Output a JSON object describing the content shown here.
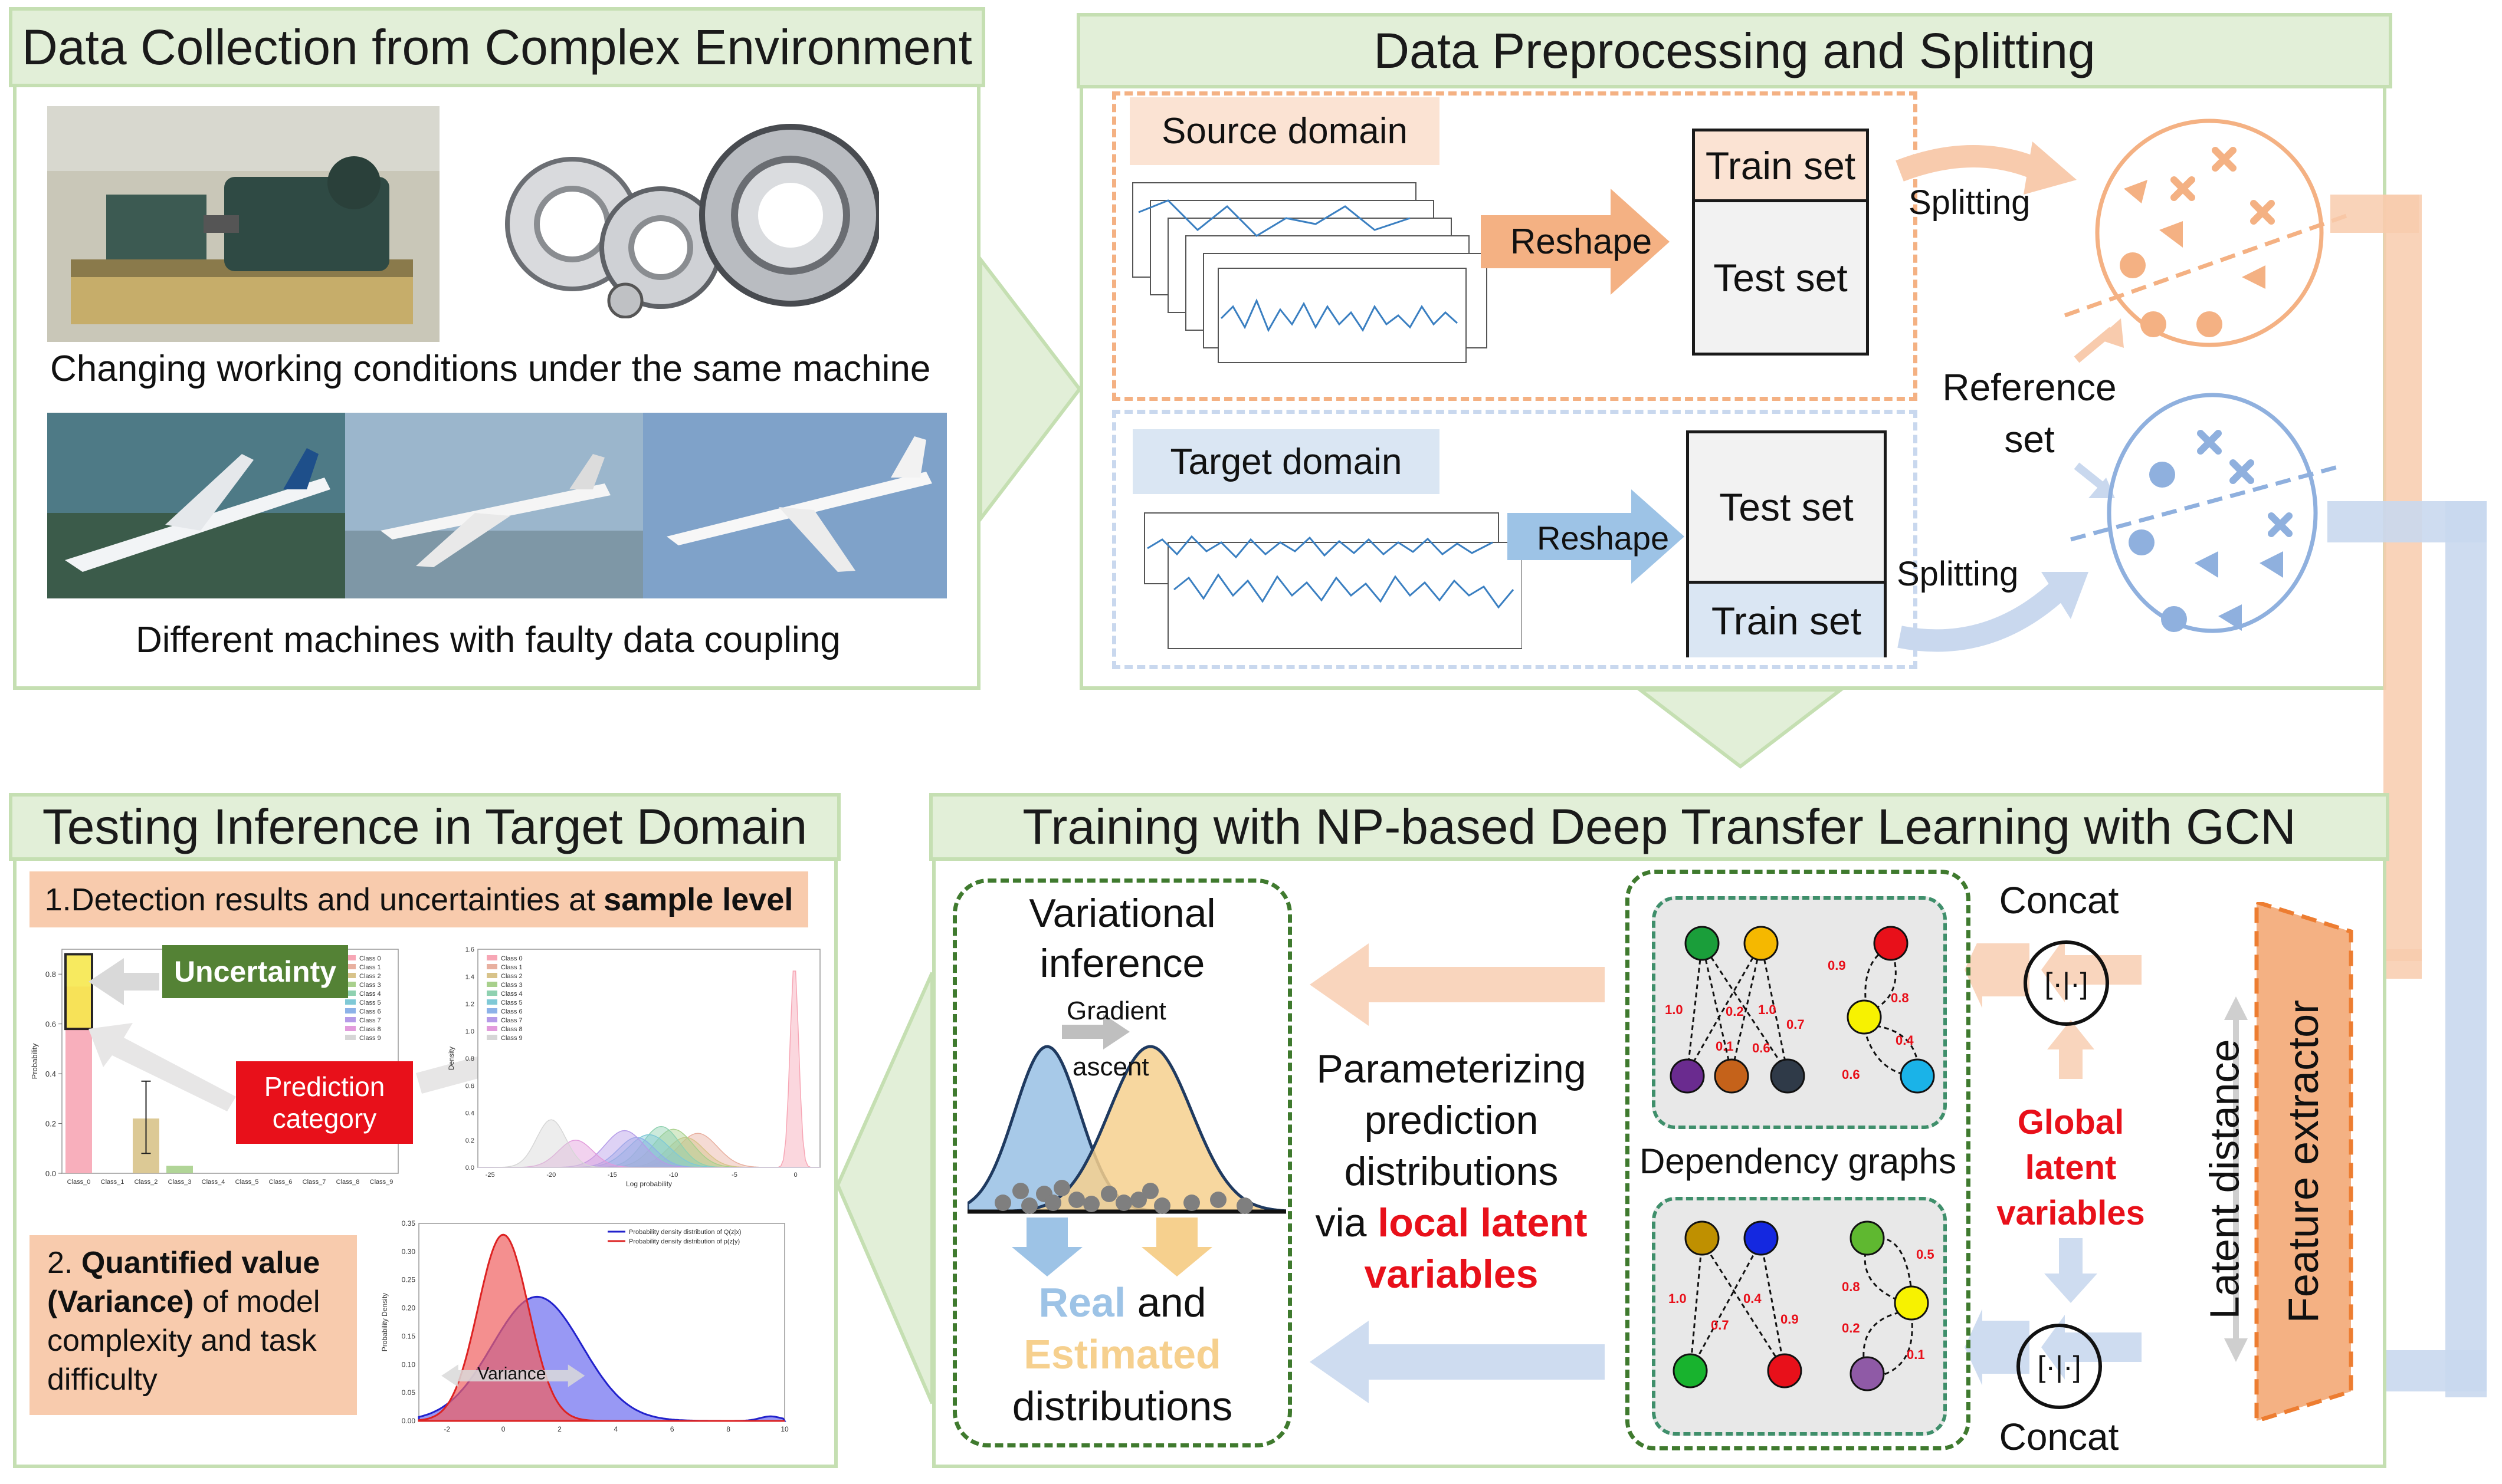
{
  "panels": {
    "collection": {
      "title": "Data Collection from Complex Environment",
      "caption_top": "Changing working conditions under the same machine",
      "caption_bottom": "Different machines with faulty data coupling"
    },
    "preprocessing": {
      "title": "Data Preprocessing and Splitting",
      "source_domain": "Source domain",
      "target_domain": "Target domain",
      "reshape_source": "Reshape",
      "reshape_target": "Reshape",
      "train_set_source": "Train set",
      "test_set_source": "Test set",
      "test_set_target": "Test set",
      "train_set_target": "Train set",
      "splitting_source": "Splitting",
      "splitting_target": "Splitting",
      "reference_set_line1": "Reference",
      "reference_set_line2": "set"
    },
    "testing": {
      "title": "Testing Inference in Target Domain",
      "sample_level_prefix": "1.Detection results and uncertainties at ",
      "sample_level_bold": "sample level",
      "uncertainty_label": "Uncertainty",
      "prediction_label_line1": "Prediction",
      "prediction_label_line2": "category",
      "quantified_line1_a": "2. ",
      "quantified_line1_b": "Quantified value",
      "quantified_line2_a": "(Variance)",
      "quantified_line2_b": " of model",
      "quantified_line3": "complexity and task",
      "quantified_line4": "difficulty",
      "variance_label": "Variance"
    },
    "training": {
      "title": "Training with NP-based Deep Transfer Learning with GCN",
      "variational_line1": "Variational",
      "variational_line2": "inference",
      "gradient_line1": "Gradient",
      "gradient_line2": "ascent",
      "real_word": "Real",
      "and_word": " and",
      "estimated_word": "Estimated",
      "distributions_word": "distributions",
      "param_line1": "Parameterizing",
      "param_line2": "prediction",
      "param_line3": "distributions",
      "param_line4_a": "via ",
      "param_line4_b": "local latent",
      "param_line5": "variables",
      "dependency_graphs": "Dependency graphs",
      "concat_top": "Concat",
      "concat_bottom": "Concat",
      "concat_symbol": "[·|·]",
      "global_line1": "Global",
      "global_line2": "latent",
      "global_line3": "variables",
      "latent_distance": "Latent distance",
      "feature_extractor": "Feature extractor"
    }
  },
  "graph_edge_labels": {
    "top_left": [
      "1.0",
      "0.1",
      "0.2",
      "1.0",
      "0.6",
      "0.7"
    ],
    "top_right": [
      "0.9",
      "0.8",
      "0.4",
      "0.6"
    ],
    "bottom_left": [
      "1.0",
      "0.4",
      "0.7",
      "0.9"
    ],
    "bottom_right": [
      "0.5",
      "0.8",
      "0.2",
      "0.1"
    ]
  },
  "chart_data": [
    {
      "type": "bar",
      "ylabel": "Probability",
      "categories": [
        "Class_0",
        "Class_1",
        "Class_2",
        "Class_3",
        "Class_4",
        "Class_5",
        "Class_6",
        "Class_7",
        "Class_8",
        "Class_9"
      ],
      "values": [
        0.75,
        0.0,
        0.22,
        0.03,
        0.0,
        0.0,
        0.0,
        0.0,
        0.0,
        0.0
      ],
      "ylim": [
        0,
        0.9
      ],
      "ticks_y": [
        "0.0",
        "0.2",
        "0.4",
        "0.6",
        "0.8"
      ],
      "legend": [
        "Class 0",
        "Class 1",
        "Class 2",
        "Class 3",
        "Class 4",
        "Class 5",
        "Class 6",
        "Class 7",
        "Class 8",
        "Class 9"
      ]
    },
    {
      "type": "area",
      "xlabel": "Log probability",
      "ylabel": "Density",
      "xlim": [
        -26,
        2
      ],
      "ylim": [
        0,
        1.6
      ],
      "ticks_x": [
        "-25",
        "-20",
        "-15",
        "-10",
        "-5",
        "0"
      ],
      "ticks_y": [
        "0.0",
        "0.2",
        "0.4",
        "0.6",
        "0.8",
        "1.0",
        "1.2",
        "1.4",
        "1.6"
      ],
      "legend": [
        "Class 0",
        "Class 1",
        "Class 2",
        "Class 3",
        "Class 4",
        "Class 5",
        "Class 6",
        "Class 7",
        "Class 8",
        "Class 9"
      ],
      "peaks": [
        -0.1,
        -8.0,
        -9.0,
        -10.0,
        -11.0,
        -12.0,
        -13.0,
        -14.0,
        -18.0,
        -20.0
      ]
    },
    {
      "type": "area",
      "ylabel": "Probability Density",
      "xlim": [
        -3,
        10
      ],
      "ylim": [
        0,
        0.35
      ],
      "ticks_x": [
        "-2",
        "0",
        "2",
        "4",
        "6",
        "8",
        "10"
      ],
      "ticks_y": [
        "0.00",
        "0.05",
        "0.10",
        "0.15",
        "0.20",
        "0.25",
        "0.30",
        "0.35"
      ],
      "series": [
        {
          "name": "Probability density distribution of Q(z|x)",
          "color": "#2222cc"
        },
        {
          "name": "Probability density distribution of p(z|y)",
          "color": "#dd2222"
        }
      ]
    }
  ],
  "colors": {
    "panel_border": "#c5dfb2",
    "panel_header": "#e2efd8",
    "source_orange": "#f4b183",
    "target_blue": "#9dc3e6",
    "red_text": "#e8101a",
    "uncertainty_green": "#548235"
  }
}
